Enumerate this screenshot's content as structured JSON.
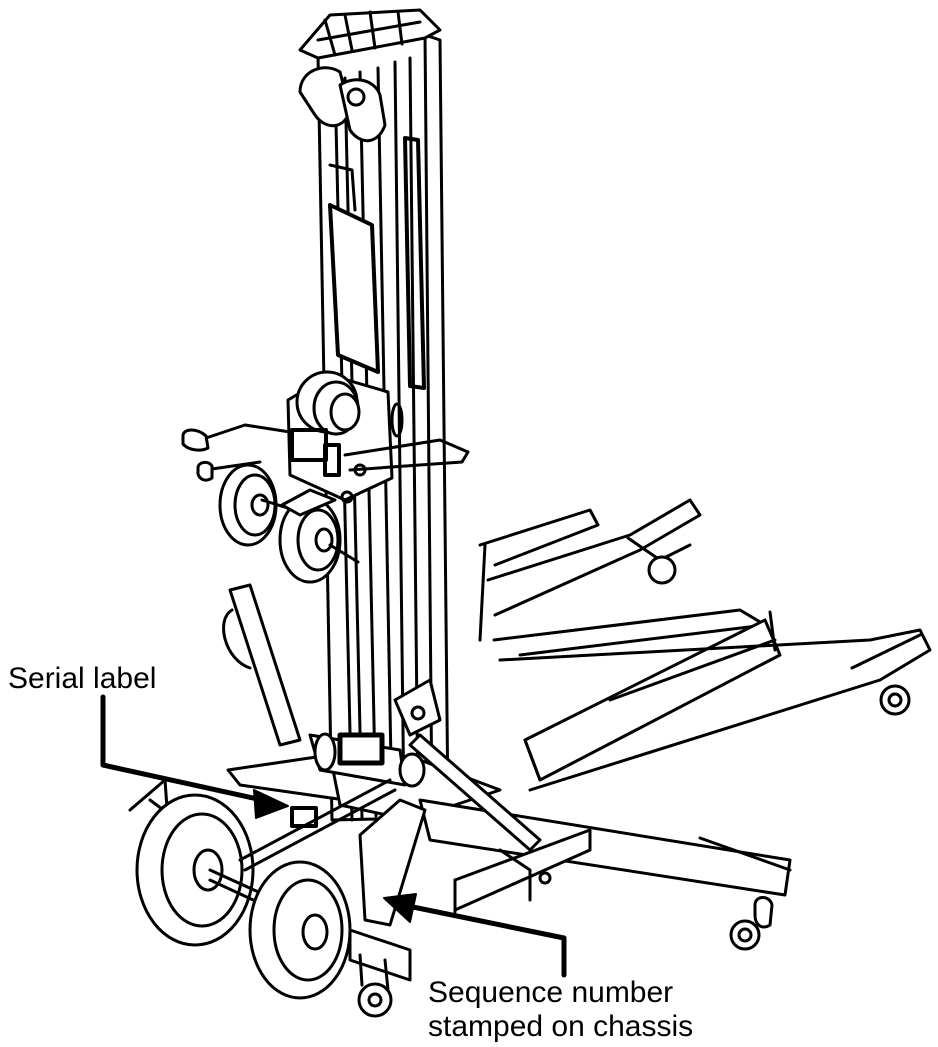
{
  "callouts": {
    "serial_label": "Serial label",
    "sequence_line1": "Sequence number",
    "sequence_line2": "stamped on chassis"
  },
  "colors": {
    "line": "#000000",
    "background": "#ffffff"
  }
}
